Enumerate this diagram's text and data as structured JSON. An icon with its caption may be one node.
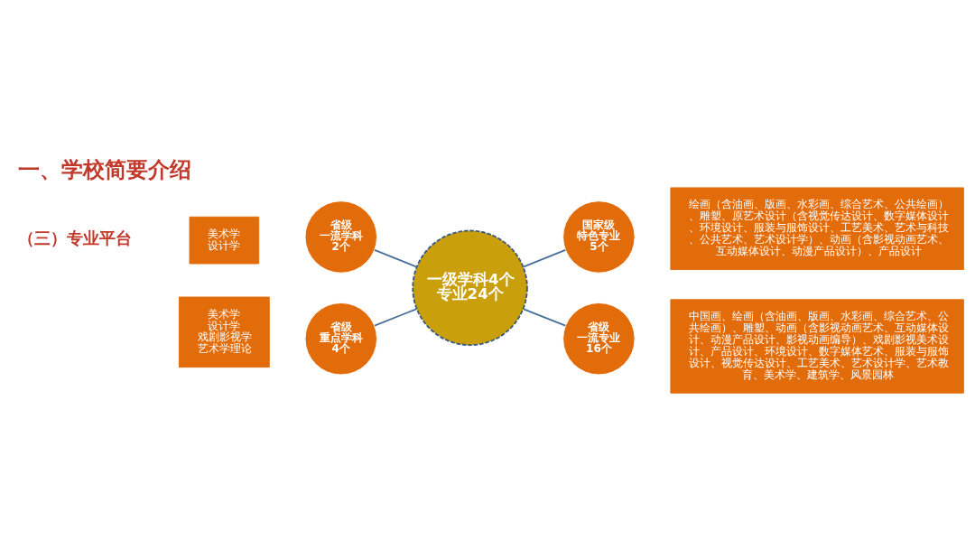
{
  "diagram": {
    "title": "一、学校简要介绍",
    "nodes": [
      {
        "text": [
          "美术学",
          "设计学"
        ]
      },
      {
        "text": [
          "省级",
          "一流学科",
          "2个"
        ]
      },
      {
        "text": [
          "国家级",
          "特色专业",
          "5个"
        ]
      },
      {
        "text": [
          "绘画（含油画、版画、水彩画、综合艺术、公共绘画）、雕塑、原艺术设计（含视觉传达设计、数字媒体设计、环境设计、服装与服饰设计、工艺美术、艺术与科技、公共艺术、艺术设计学）、动画（含影视动画艺术、互动媒体设计、动漫产品设计）、产品设计"
        ]
      },
      {
        "text": [
          "一级学科4个",
          "专业24个"
        ]
      },
      {
        "text": [
          "中国画、绘画（含油画、版画、水彩画、综合艺术、公共绘画）、雕塑、动画（含影视动画艺术、互动媒体设计、动漫产品设计、影视动画编导）、戏剧影视美术设计、产品设计、环境设计、数字媒体艺术、服装与服饰设计、视觉传达设计、工艺美术、艺术设计学、艺术教育、美术学、建筑学、风景园林"
        ]
      },
      {
        "text": [
          "美术学",
          "设计学",
          "戏剧影视学",
          "艺术学理论"
        ]
      },
      {
        "text": [
          "省级",
          "重点学科",
          "4个"
        ]
      },
      {
        "text": [
          "省级",
          "一流专业",
          "16个"
        ]
      }
    ],
    "edges": [
      {
        "from": 1,
        "to": 4,
        "arrow": "none"
      },
      {
        "from": 4,
        "to": 2,
        "arrow": "none"
      },
      {
        "from": 7,
        "to": 4,
        "arrow": "none"
      },
      {
        "from": 4,
        "to": 8,
        "arrow": "none"
      }
    ],
    "labels": [
      "（三）专业平台"
    ]
  }
}
